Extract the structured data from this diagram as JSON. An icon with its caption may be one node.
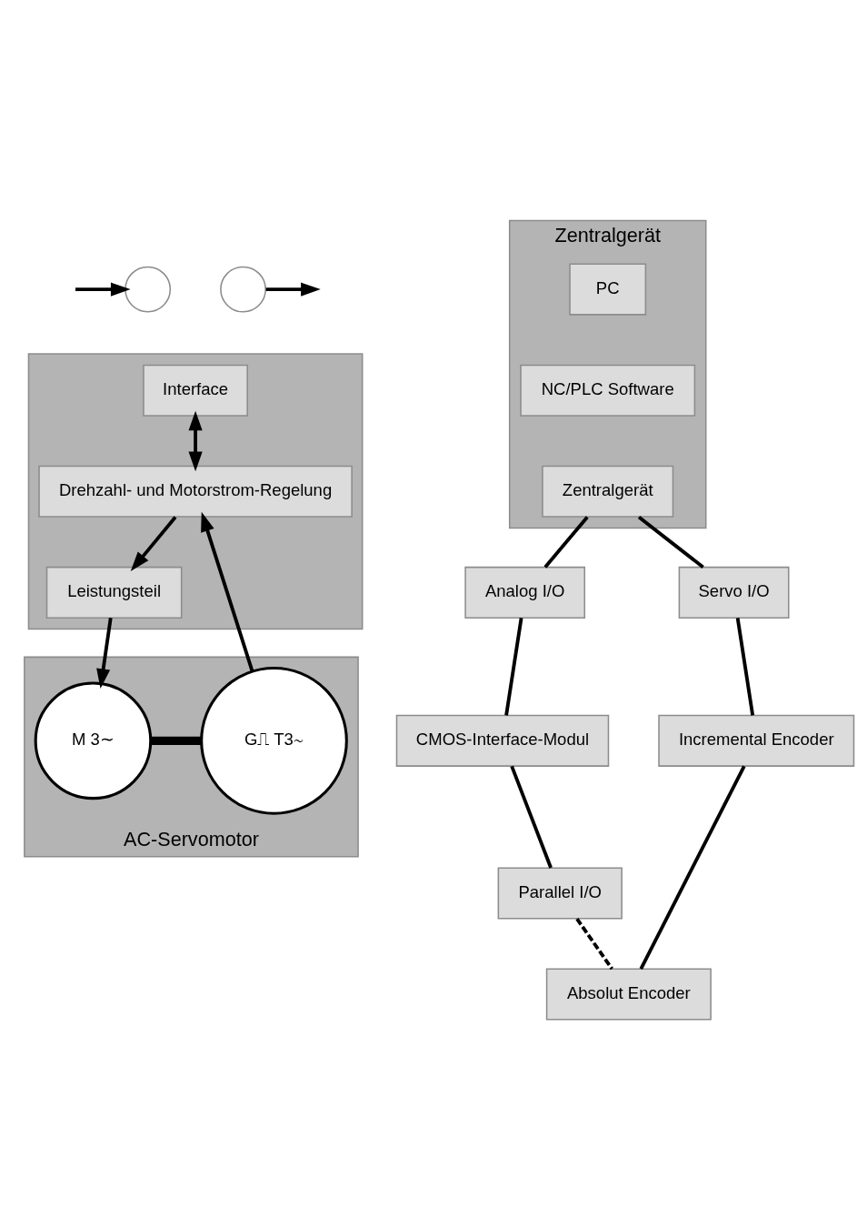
{
  "diagram": {
    "nodes": [
      {
        "text": [],
        "shape": "circle"
      },
      {
        "text": [],
        "shape": "circle"
      },
      {
        "text": [],
        "shape": "box"
      },
      {
        "text": [
          "Interface"
        ],
        "in": 2
      },
      {
        "text": [
          "Drehzahl- und Motorstrom-Regelung"
        ],
        "in": 2
      },
      {
        "text": [
          "Leistungsteil"
        ],
        "in": 2
      },
      {
        "text": [
          "AC-Servomotor"
        ]
      },
      {
        "text": [
          "M 3∼"
        ],
        "in": 6
      },
      {
        "text": [
          "G⎍ T3∼"
        ],
        "in": 6
      },
      {
        "text": [
          "Zentralgerät"
        ]
      },
      {
        "text": [
          "PC"
        ],
        "in": 9
      },
      {
        "text": [
          "NC/PLC Software"
        ],
        "in": 9
      },
      {
        "text": [
          "Zentralgerät"
        ],
        "in": 9
      },
      {
        "text": [
          "Analog I/O"
        ]
      },
      {
        "text": [
          "Servo I/O"
        ]
      },
      {
        "text": [
          "CMOS-Interface-Modul"
        ]
      },
      {
        "text": [
          "Incremental Encoder"
        ]
      },
      {
        "text": [
          "Parallel I/O"
        ]
      },
      {
        "text": [
          "Absolut Encoder"
        ]
      }
    ],
    "edges": [
      {
        "from": null,
        "to": 0,
        "arrow": "to"
      },
      {
        "from": 1,
        "to": null,
        "arrow": "to"
      },
      {
        "from": 3,
        "to": 4,
        "arrow": "both"
      },
      {
        "from": 4,
        "to": 5,
        "arrow": "to"
      },
      {
        "from": 5,
        "to": 7,
        "arrow": "to"
      },
      {
        "from": 8,
        "to": 4,
        "arrow": "to"
      },
      {
        "from": 7,
        "to": 8,
        "arrow": "none",
        "style": "thick"
      },
      {
        "from": 12,
        "to": 13,
        "arrow": "none"
      },
      {
        "from": 12,
        "to": 14,
        "arrow": "none"
      },
      {
        "from": 13,
        "to": 15,
        "arrow": "none"
      },
      {
        "from": 15,
        "to": 17,
        "arrow": "none"
      },
      {
        "from": 17,
        "to": 18,
        "arrow": "none",
        "style": "dashed"
      },
      {
        "from": 14,
        "to": 16,
        "arrow": "none"
      },
      {
        "from": 16,
        "to": 18,
        "arrow": "none"
      }
    ]
  }
}
